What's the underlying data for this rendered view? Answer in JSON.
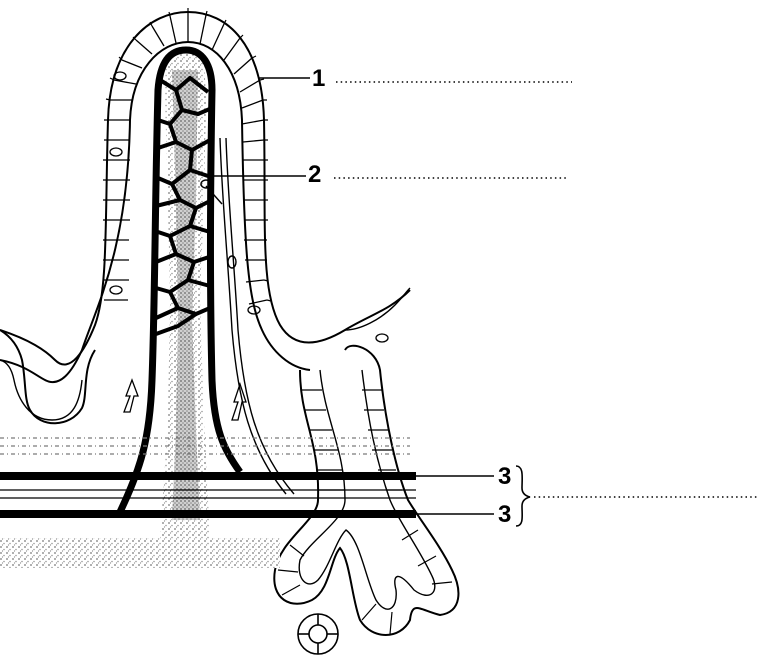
{
  "labels": {
    "label_1": "1",
    "label_2": "2",
    "label_3a": "3",
    "label_3b": "3"
  },
  "colors": {
    "ink": "#000000",
    "paper": "#ffffff",
    "stipple": "#8a8a8a"
  }
}
